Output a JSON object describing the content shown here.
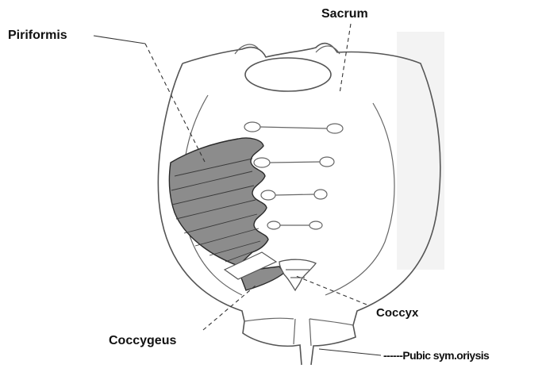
{
  "diagram": {
    "labels": {
      "sacrum": "Sacrum",
      "piriformis": "Piriformis",
      "coccyx": "Coccyx",
      "coccygeus": "Coccygeus",
      "pubic_symphysis": "------Pubic sym.oriysis"
    },
    "colors": {
      "muscle_fill": "#8c8c8c",
      "outline": "#555555",
      "label_text": "#111111"
    }
  }
}
